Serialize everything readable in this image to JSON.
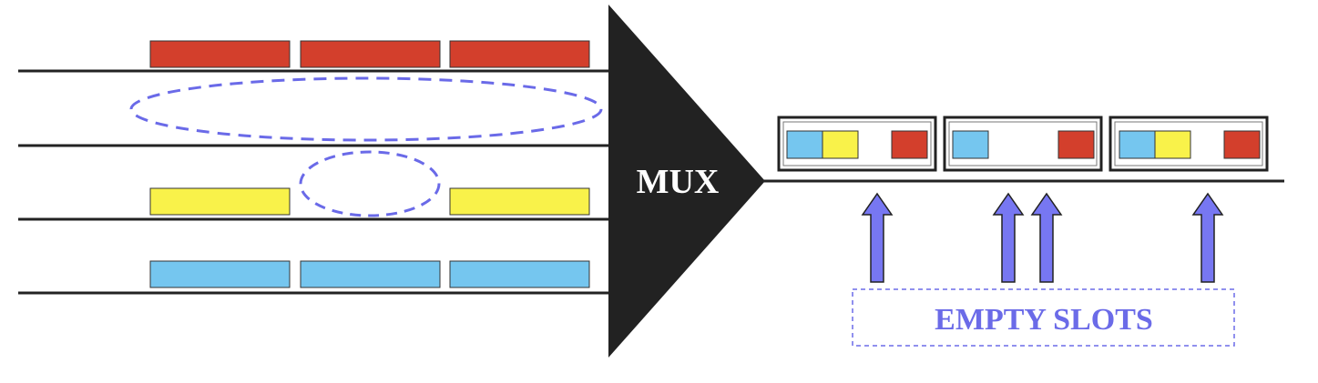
{
  "mux": {
    "label": "MUX",
    "fill": "#222222",
    "text_color": "#ffffff"
  },
  "colors": {
    "red": "#d33f2c",
    "yellow": "#f9f24a",
    "blue": "#75c6ef",
    "line": "#222222",
    "dashed": "#6a6ae8",
    "arrow": "#7777f2",
    "caption": "#6b6be8"
  },
  "inputs": [
    {
      "name": "red",
      "slots": [
        true,
        true,
        true
      ],
      "gap_marker": "ellipse-wide"
    },
    {
      "name": "yellow",
      "slots": [
        true,
        false,
        true
      ],
      "gap_marker": "ellipse-small"
    },
    {
      "name": "blue",
      "slots": [
        true,
        true,
        true
      ]
    }
  ],
  "output": {
    "frames": [
      [
        "blue",
        "yellow",
        null,
        "red"
      ],
      [
        "blue",
        null,
        null,
        "red"
      ],
      [
        "blue",
        "yellow",
        null,
        "red"
      ]
    ]
  },
  "empty_slots": {
    "label": "EMPTY SLOTS",
    "arrow_count": 4
  }
}
